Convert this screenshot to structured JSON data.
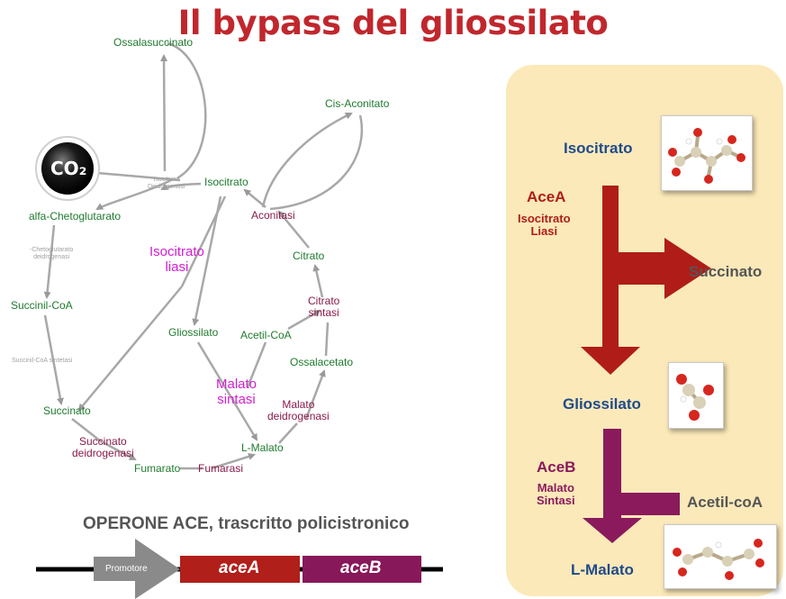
{
  "title": "Il bypass del gliossilato",
  "cycle": {
    "co2": "CO₂",
    "ossalasuccinato": "Ossalasuccinato",
    "cis_aconitato": "Cis-Aconitato",
    "isocitrato": "Isocitrato",
    "alfa_chetoglutarato": "alfa-Chetoglutarato",
    "isocitrato_deidrogenasi": [
      "Isocitrato",
      "Deidrogenasi"
    ],
    "aconitasi": "Aconitasi",
    "isocitrato_liasi": [
      "Isocitrato",
      "liasi"
    ],
    "chetoglutarato_deidrogenasi": [
      "-Chetoglutarato",
      "deidrogenasi"
    ],
    "citrato": "Citrato",
    "succinil_coa": "Succinil-CoA",
    "citrato_sintasi": [
      "Citrato",
      "sintasi"
    ],
    "gliossilato": "Gliossilato",
    "acetil_coa": "Acetil-CoA",
    "succinil_coa_sintetasi": "Succinil-CoA sintetasi",
    "ossalacetato": "Ossalacetato",
    "malato_sintasi": [
      "Malato",
      "sintasi"
    ],
    "malato_deidrogenasi": [
      "Malato",
      "deidrogenasi"
    ],
    "succinato": "Succinato",
    "succinato_deidrogenasi": [
      "Succinato",
      "deidrogenasi"
    ],
    "l_malato": "L-Malato",
    "fumarato": "Fumarato",
    "fumarasi": "Fumarasi"
  },
  "operon": {
    "title": "OPERONE ACE, trascritto policistronico",
    "promoter": "Promotore",
    "gene_a": "aceA",
    "gene_b": "aceB"
  },
  "panel": {
    "isocitrato": "Isocitrato",
    "enzyme_a": "AceA",
    "enzyme_a_desc": [
      "Isocitrato",
      "Liasi"
    ],
    "succinato": "Succinato",
    "gliossilato": "Gliossilato",
    "enzyme_b": "AceB",
    "enzyme_b_desc": [
      "Malato",
      "Sintasi"
    ],
    "acetil_coa": "Acetil-coA",
    "l_malato": "L-Malato"
  },
  "colors": {
    "title": "#c0272d",
    "metabolite": "#1f7a2e",
    "enzyme": "#8a1a4a",
    "liasi_sintasi": "#d21fd2",
    "grey_label": "#8c8c8c",
    "panel_bg": "#fbe9b9",
    "panel_blue": "#1f4b8a",
    "arrow_red": "#b01d18",
    "arrow_purple": "#8a1a5c"
  }
}
